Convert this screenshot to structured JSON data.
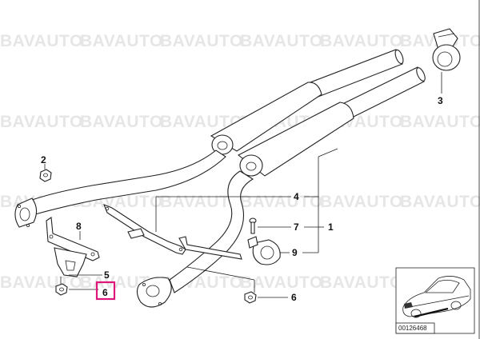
{
  "watermark": {
    "text": "BAVAUTO",
    "color": "#e6e6e6"
  },
  "callouts": {
    "c1": "1",
    "c2": "2",
    "c3": "3",
    "c4": "4",
    "c5": "5",
    "c6a": "6",
    "c6b": "6",
    "c7": "7",
    "c8": "8",
    "c9": "9"
  },
  "highlight_color": "#e0157a",
  "reference_number": "00126468"
}
